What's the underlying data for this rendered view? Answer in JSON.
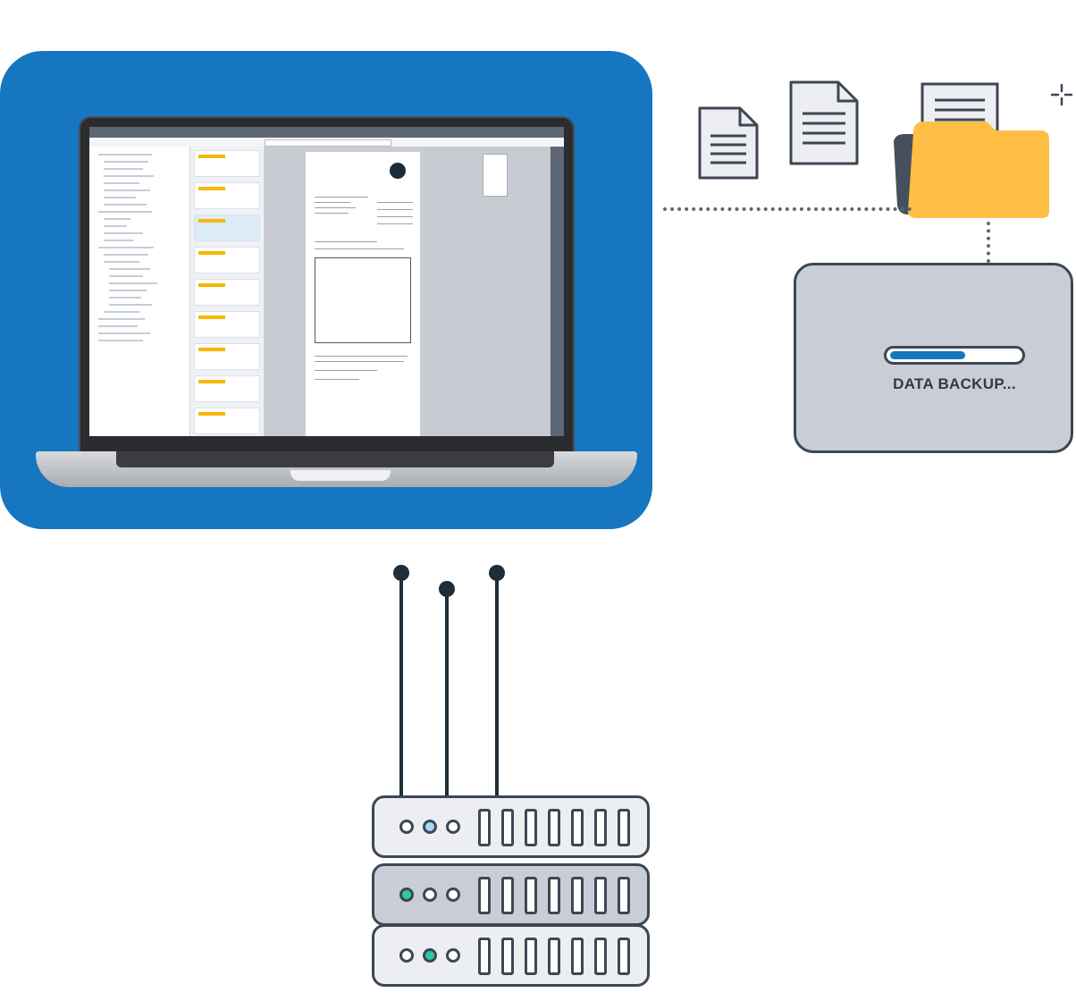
{
  "backup": {
    "label": "DATA BACKUP...",
    "progress": 0.58
  },
  "colors": {
    "panel_blue": "#1676c0",
    "folder_yellow": "#ffbf45",
    "dark_stroke": "#3d4754",
    "led_active": "#2fc8a4",
    "led_highlight": "#a9d6f0"
  },
  "icons": [
    "document-icon",
    "document-icon",
    "folder-with-document-icon",
    "sparkle-icon",
    "laptop-icon",
    "server-icon"
  ],
  "server": {
    "units": [
      {
        "leds": [
          "off",
          "blue",
          "off"
        ]
      },
      {
        "leds": [
          "green",
          "off",
          "off"
        ]
      },
      {
        "leds": [
          "off",
          "green",
          "off"
        ]
      }
    ]
  }
}
